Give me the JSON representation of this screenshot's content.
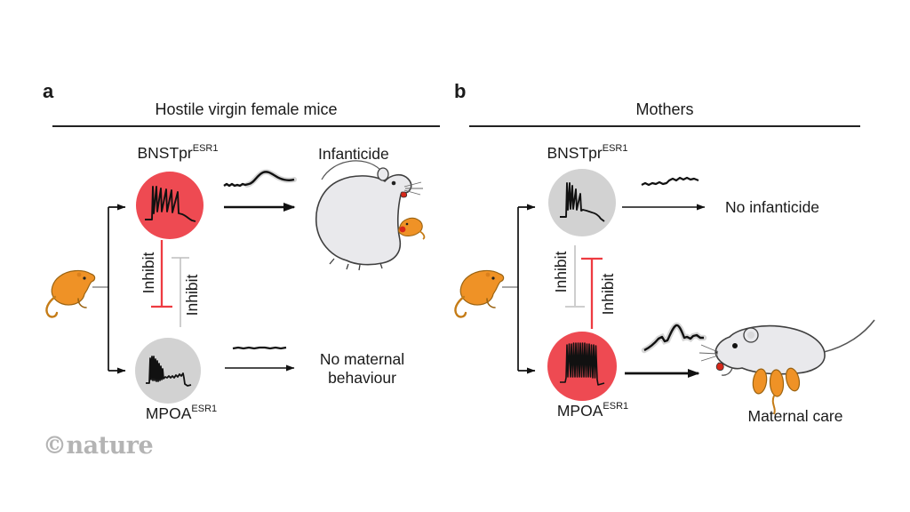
{
  "panels": {
    "a": {
      "label": "a",
      "title": "Hostile virgin female mice",
      "top_neuron": {
        "base": "BNSTpr",
        "sup": "ESR1"
      },
      "bottom_neuron": {
        "base": "MPOA",
        "sup": "ESR1"
      },
      "top_outcome": "Infanticide",
      "bottom_outcome_lines": {
        "line1": "No maternal",
        "line2": "behaviour"
      },
      "inhibit_strong_label": "Inhibit",
      "inhibit_weak_label": "Inhibit"
    },
    "b": {
      "label": "b",
      "title": "Mothers",
      "top_neuron": {
        "base": "BNSTpr",
        "sup": "ESR1"
      },
      "bottom_neuron": {
        "base": "MPOA",
        "sup": "ESR1"
      },
      "top_outcome": "No infanticide",
      "bottom_outcome": "Maternal care",
      "inhibit_strong_label": "Inhibit",
      "inhibit_weak_label": "Inhibit"
    }
  },
  "watermark": "©nature",
  "colors": {
    "active_red": "#ee4a52",
    "inactive_gray": "#d2d2d2",
    "inhibit_red": "#ee3b41",
    "inhibit_gray": "#bdbdbd",
    "trace_black": "#111111",
    "trace_halo_gray": "#c6c6c6",
    "pup_orange": "#ef9226",
    "mouse_gray": "#e9e9ec",
    "blood_red": "#d6281a"
  }
}
